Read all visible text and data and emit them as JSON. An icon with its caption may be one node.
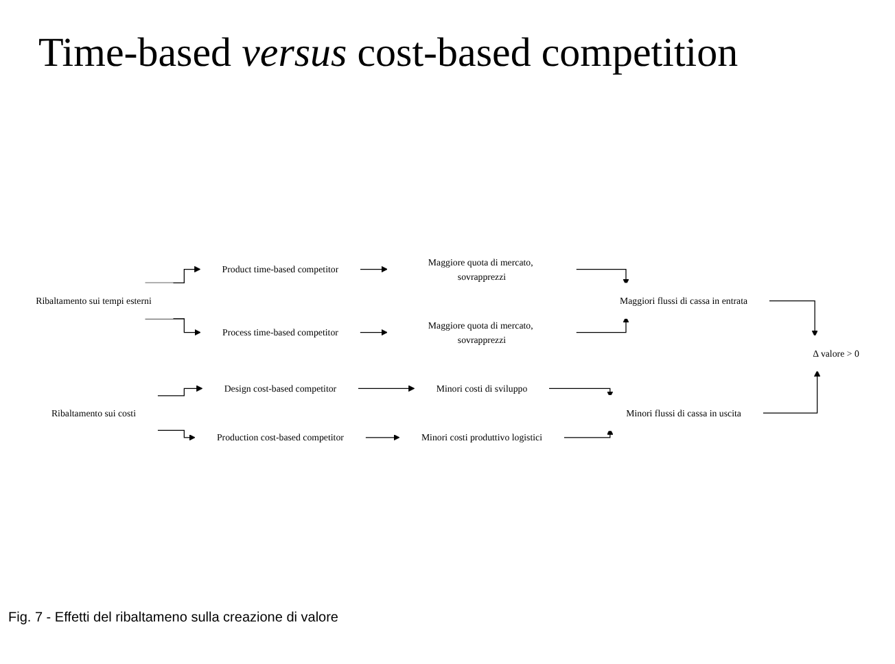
{
  "diagram": {
    "title": "Time-based *versus* cost-based competition",
    "caption": "Fig. 7 -  Effetti del ribaltameno sulla creazione di valore",
    "nodes": [
      {
        "text": [
          "Ribaltamento sui tempi esterni"
        ]
      },
      {
        "text": [
          "Product time-based competitor"
        ]
      },
      {
        "text": [
          "Maggiore quota di mercato, sovrapprezzi"
        ]
      },
      {
        "text": [
          "Process time-based competitor"
        ]
      },
      {
        "text": [
          "Maggiore quota di mercato, sovrapprezzi"
        ]
      },
      {
        "text": [
          "Maggiori flussi di cassa in entrata"
        ]
      },
      {
        "text": [
          "Δ valore > 0"
        ]
      },
      {
        "text": [
          "Ribaltamento sui costi"
        ]
      },
      {
        "text": [
          "Design cost-based competitor"
        ]
      },
      {
        "text": [
          "Minori costi di sviluppo"
        ]
      },
      {
        "text": [
          "Production cost-based competitor"
        ]
      },
      {
        "text": [
          "Minori costi produttivo logistici"
        ]
      },
      {
        "text": [
          "Minori flussi di cassa in uscita"
        ]
      }
    ],
    "edges": [
      {
        "from": 0,
        "to": 1,
        "arrow": "to"
      },
      {
        "from": 0,
        "to": 3,
        "arrow": "to"
      },
      {
        "from": 1,
        "to": 2,
        "arrow": "to"
      },
      {
        "from": 3,
        "to": 4,
        "arrow": "to"
      },
      {
        "from": 2,
        "to": 5,
        "arrow": "to"
      },
      {
        "from": 4,
        "to": 5,
        "arrow": "to"
      },
      {
        "from": 5,
        "to": 6,
        "arrow": "to"
      },
      {
        "from": 12,
        "to": 6,
        "arrow": "to"
      },
      {
        "from": 7,
        "to": 8,
        "arrow": "to"
      },
      {
        "from": 7,
        "to": 10,
        "arrow": "to"
      },
      {
        "from": 8,
        "to": 9,
        "arrow": "to"
      },
      {
        "from": 10,
        "to": 11,
        "arrow": "to"
      },
      {
        "from": 9,
        "to": 12,
        "arrow": "to"
      },
      {
        "from": 11,
        "to": 12,
        "arrow": "to"
      }
    ]
  }
}
